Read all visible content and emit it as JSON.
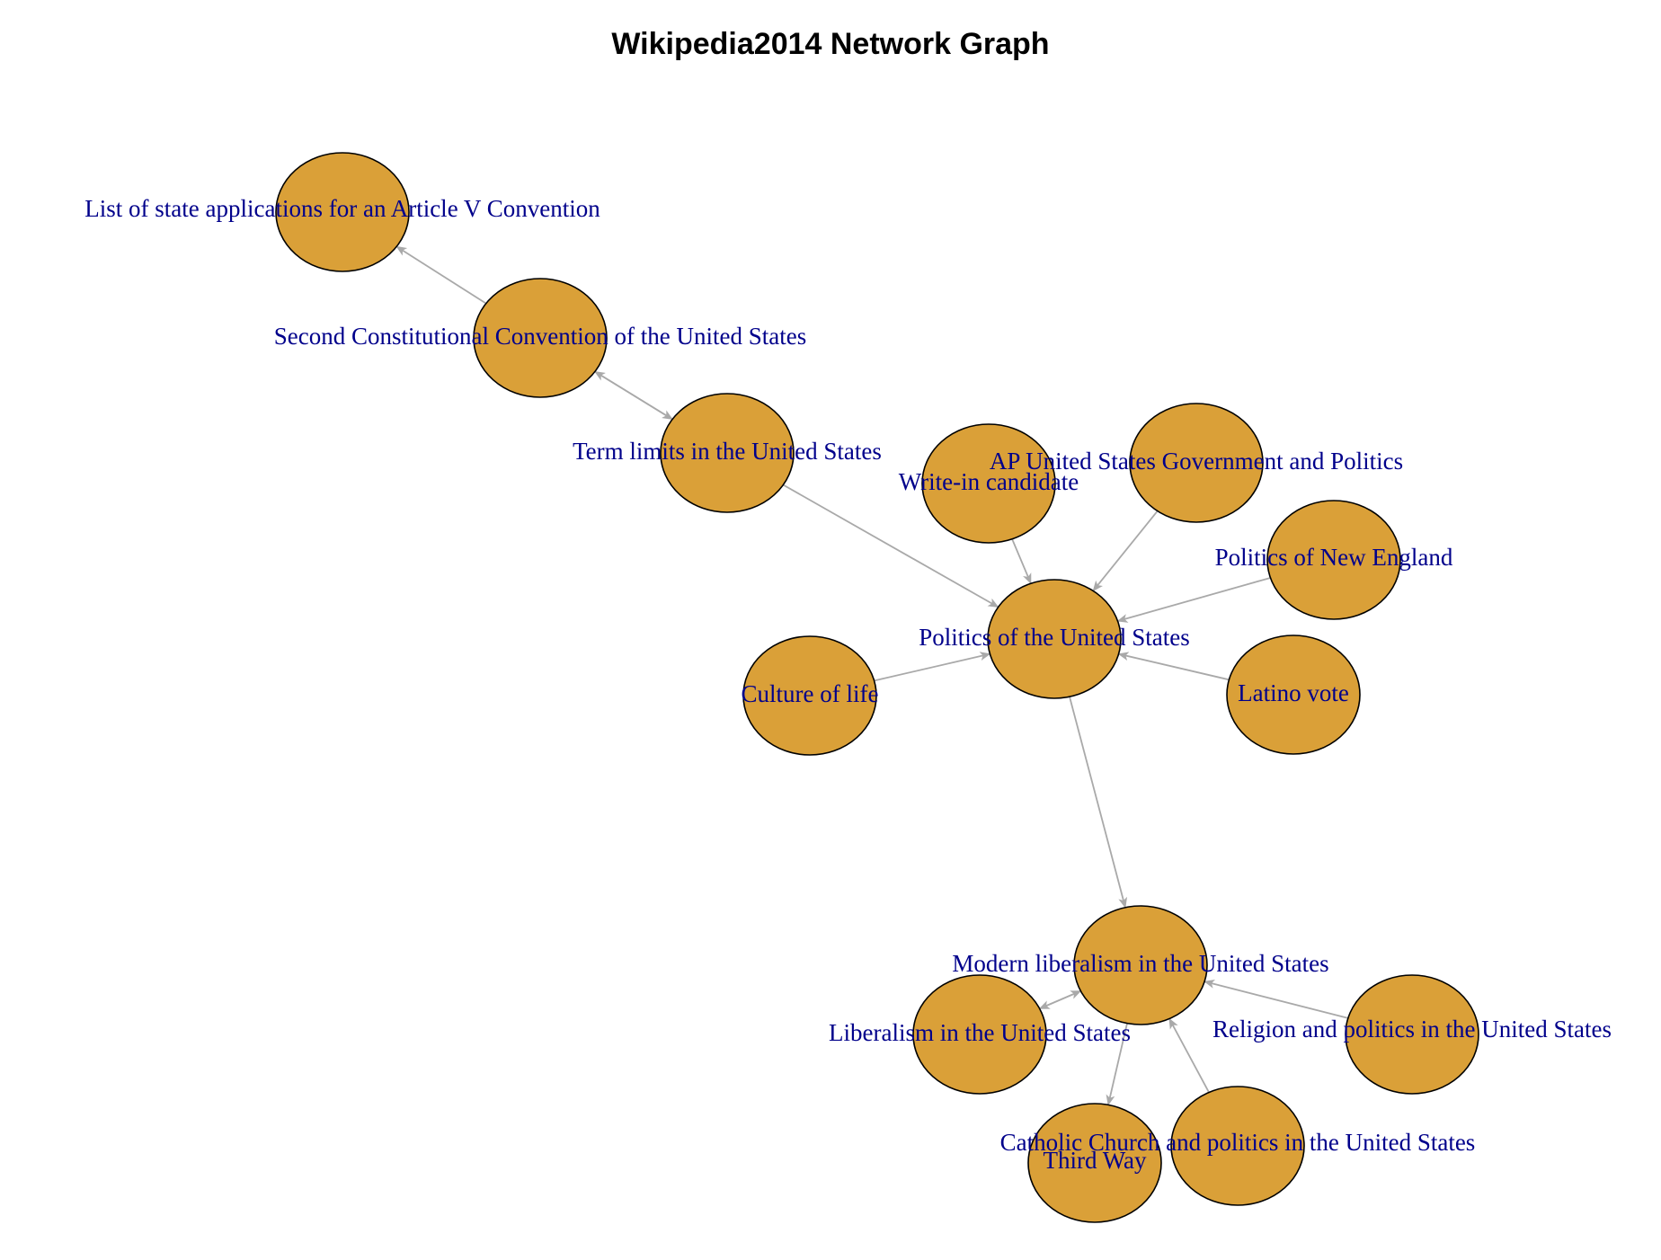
{
  "title": "Wikipedia2014 Network Graph",
  "colors": {
    "node_fill": "#DAA038",
    "node_stroke": "#000000",
    "label": "#00008B",
    "edge": "#A9A9A9"
  },
  "nodes": [
    {
      "id": "list-state-applications",
      "label": "List of state applications for an Article V Convention"
    },
    {
      "id": "second-constitutional-convention",
      "label": "Second Constitutional Convention of the United States"
    },
    {
      "id": "term-limits",
      "label": "Term limits in the United States"
    },
    {
      "id": "write-in-candidate",
      "label": "Write-in candidate"
    },
    {
      "id": "ap-us-government",
      "label": "AP United States Government and Politics"
    },
    {
      "id": "politics-new-england",
      "label": "Politics of New England"
    },
    {
      "id": "politics-us",
      "label": "Politics of the United States"
    },
    {
      "id": "culture-of-life",
      "label": "Culture of life"
    },
    {
      "id": "latino-vote",
      "label": "Latino vote"
    },
    {
      "id": "modern-liberalism",
      "label": "Modern liberalism in the United States"
    },
    {
      "id": "liberalism-us",
      "label": "Liberalism in the United States"
    },
    {
      "id": "religion-politics",
      "label": "Religion and politics in the United States"
    },
    {
      "id": "third-way",
      "label": "Third Way"
    },
    {
      "id": "catholic-church-politics",
      "label": "Catholic Church and politics in the United States"
    }
  ],
  "edges": [
    {
      "from": "second-constitutional-convention",
      "to": "list-state-applications"
    },
    {
      "from": "second-constitutional-convention",
      "to": "term-limits"
    },
    {
      "from": "term-limits",
      "to": "second-constitutional-convention"
    },
    {
      "from": "term-limits",
      "to": "politics-us"
    },
    {
      "from": "write-in-candidate",
      "to": "politics-us"
    },
    {
      "from": "ap-us-government",
      "to": "politics-us"
    },
    {
      "from": "politics-new-england",
      "to": "politics-us"
    },
    {
      "from": "culture-of-life",
      "to": "politics-us"
    },
    {
      "from": "latino-vote",
      "to": "politics-us"
    },
    {
      "from": "politics-us",
      "to": "modern-liberalism"
    },
    {
      "from": "modern-liberalism",
      "to": "liberalism-us"
    },
    {
      "from": "liberalism-us",
      "to": "modern-liberalism"
    },
    {
      "from": "religion-politics",
      "to": "modern-liberalism"
    },
    {
      "from": "modern-liberalism",
      "to": "third-way"
    },
    {
      "from": "catholic-church-politics",
      "to": "modern-liberalism"
    }
  ]
}
